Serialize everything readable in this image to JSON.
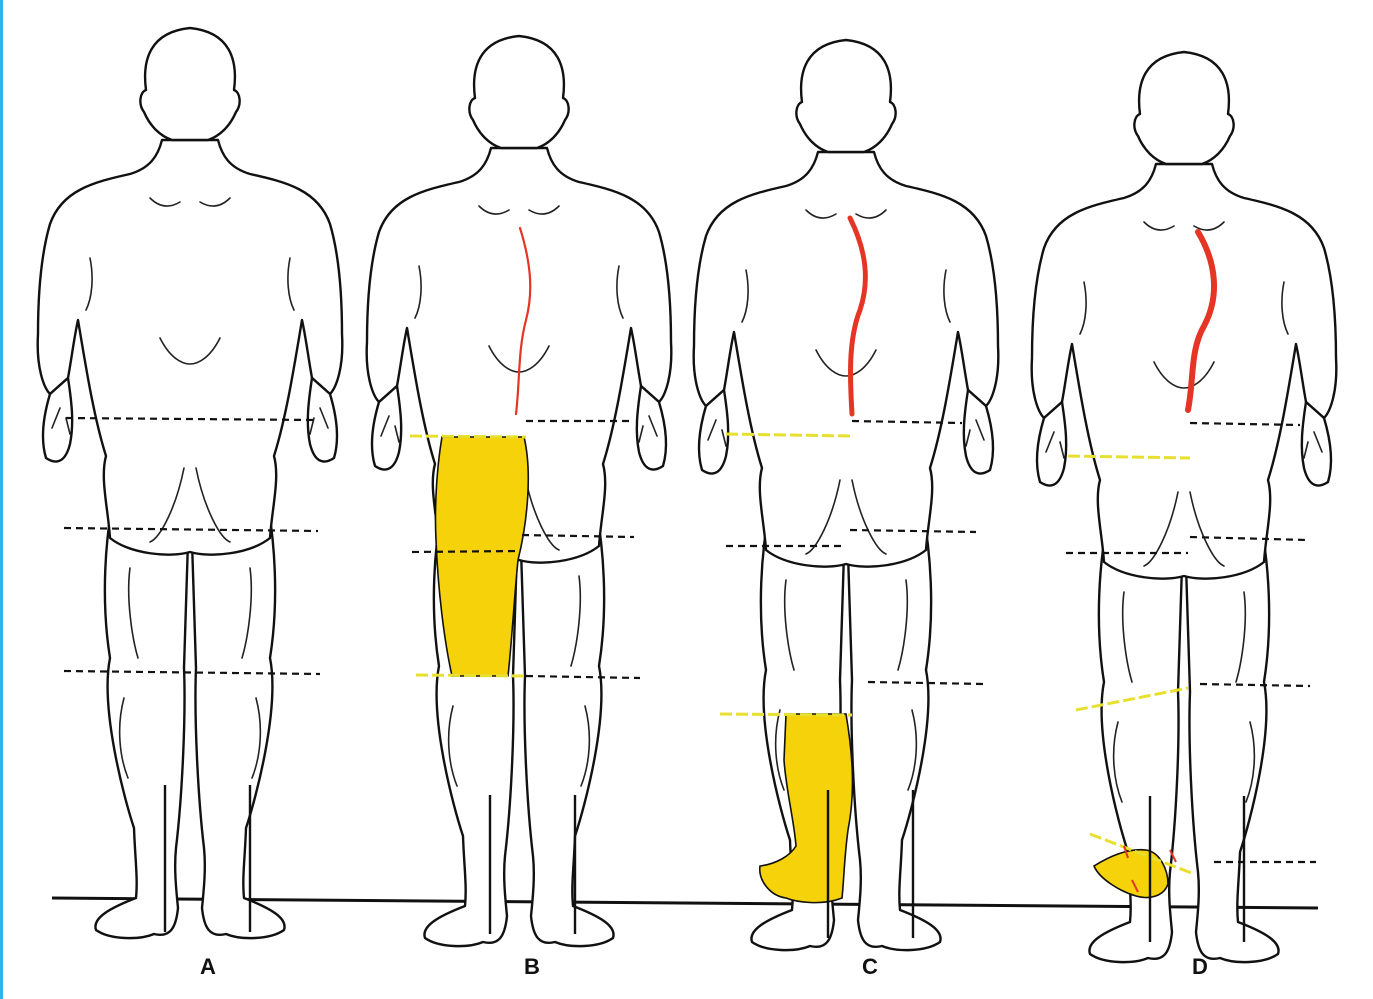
{
  "figure": {
    "panels": [
      {
        "id": "A",
        "label": "A",
        "spine": "none",
        "shaded": "none"
      },
      {
        "id": "B",
        "label": "B",
        "spine": "slight-curve",
        "shaded": "left-thigh-and-hip"
      },
      {
        "id": "C",
        "label": "C",
        "spine": "moderate-curve",
        "shaded": "left-lower-leg-and-foot"
      },
      {
        "id": "D",
        "label": "D",
        "spine": "pronounced-curve",
        "shaded": "left-foot"
      }
    ],
    "colors": {
      "figure_outline": "#111111",
      "shading": "#f5d20a",
      "spine": "#e53525",
      "reference_dashed": "#111111",
      "tilted_dashed": "#e8e030",
      "ground": "#111111"
    }
  }
}
